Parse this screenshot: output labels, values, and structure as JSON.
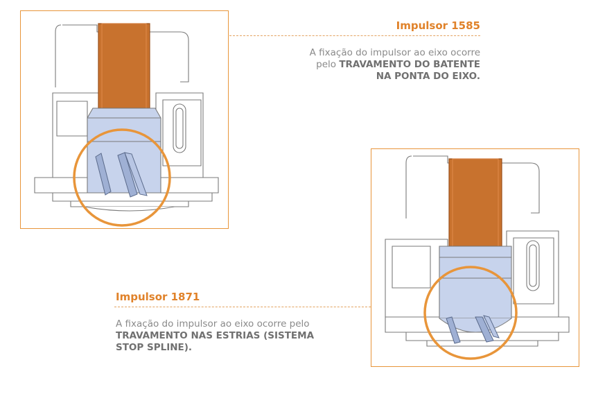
{
  "impulsor_1585": {
    "title": "Impulsor 1585",
    "desc_plain": "A fixação do impulsor ao eixo ocorre pelo ",
    "desc_bold": "TRAVAMENTO DO BATENTE NA PONTA DO EIXO."
  },
  "impulsor_1871": {
    "title": "Impulsor 1871",
    "desc_plain": "A fixação do impulsor ao eixo ocorre pelo ",
    "desc_bold": "TRAVAMENTO NAS ESTRIAS (SISTEMA STOP SPLINE)."
  },
  "colors": {
    "accent": "#e0822a",
    "frame": "#e8953a",
    "shaft": "#c8722e",
    "hub": "#c7d3ec",
    "text": "#8a8a8a"
  }
}
